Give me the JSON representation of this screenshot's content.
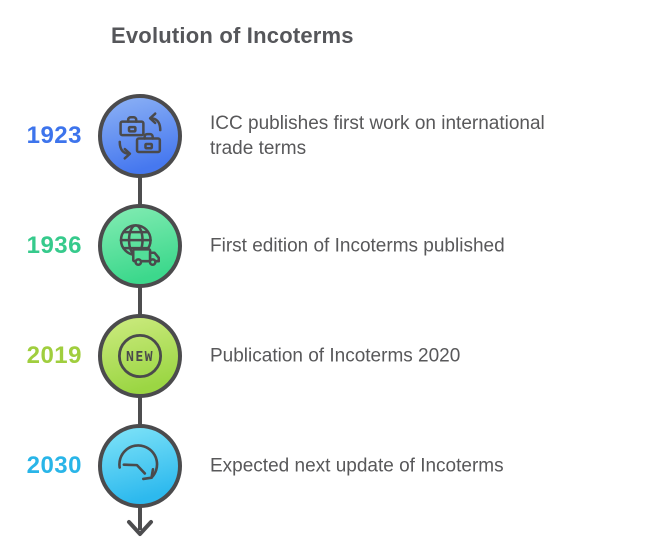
{
  "title": "Evolution of Incoterms",
  "colors": {
    "title_text": "#55565a",
    "description_text": "#58585a",
    "timeline_line": "#4d4d4f",
    "circle_border": "#4b4b4d",
    "icon_stroke": "#4a4a4c"
  },
  "timeline": {
    "end_icon": "down-arrow-icon"
  },
  "milestones": [
    {
      "year": "1923",
      "year_color": "#3d74ec",
      "circle_gradient_top": "#8db2f5",
      "circle_gradient_bottom": "#4678ef",
      "icon": "exchange-briefcases-icon",
      "description": "ICC publishes first work on international trade terms",
      "description_lines": [
        "ICC publishes first work on international",
        "trade terms"
      ]
    },
    {
      "year": "1936",
      "year_color": "#36ca8c",
      "circle_gradient_top": "#83ecb3",
      "circle_gradient_bottom": "#3cd88c",
      "icon": "globe-truck-icon",
      "description": "First edition of Incoterms published",
      "description_lines": [
        "First edition of Incoterms published"
      ]
    },
    {
      "year": "2019",
      "year_color": "#a0ce3e",
      "circle_gradient_top": "#cdeb80",
      "circle_gradient_bottom": "#9bd643",
      "icon": "new-badge-icon",
      "badge_text": "NEW",
      "description": "Publication of Incoterms 2020",
      "description_lines": [
        "Publication of Incoterms 2020"
      ]
    },
    {
      "year": "2030",
      "year_color": "#29b5e8",
      "circle_gradient_top": "#80e4f8",
      "circle_gradient_bottom": "#2db9ee",
      "icon": "history-clock-icon",
      "description": "Expected next update of Incoterms",
      "description_lines": [
        "Expected next update of Incoterms"
      ]
    }
  ]
}
